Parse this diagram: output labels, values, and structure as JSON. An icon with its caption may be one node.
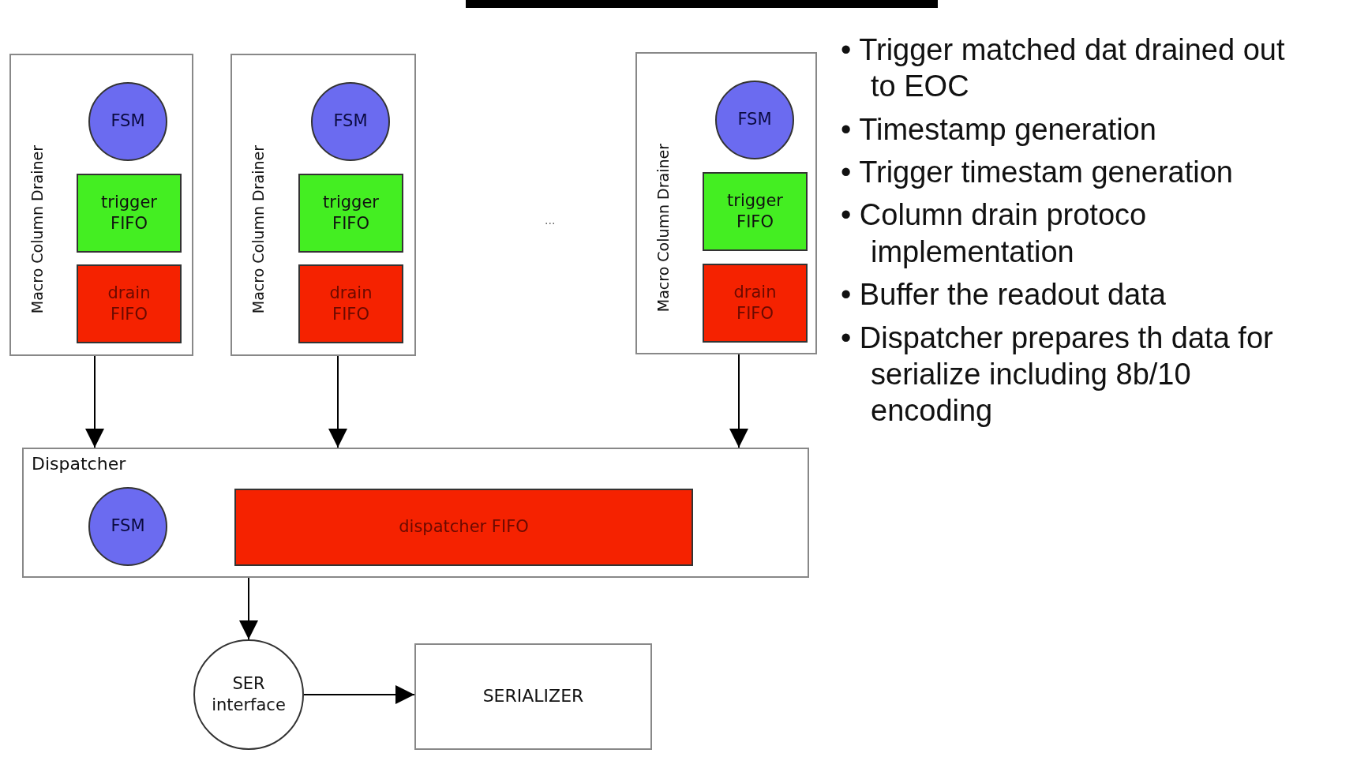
{
  "diagram": {
    "nodes": [
      {
        "text": [
          "Macro Column Drainer"
        ]
      },
      {
        "text": [
          "FSM"
        ],
        "in": 0
      },
      {
        "text": [
          "trigger FIFO"
        ],
        "in": 0
      },
      {
        "text": [
          "drain FIFO"
        ],
        "in": 0
      },
      {
        "text": [
          "Macro Column Drainer"
        ]
      },
      {
        "text": [
          "FSM"
        ],
        "in": 4
      },
      {
        "text": [
          "trigger FIFO"
        ],
        "in": 4
      },
      {
        "text": [
          "drain FIFO"
        ],
        "in": 4
      },
      {
        "text": [
          "Macro Column Drainer"
        ]
      },
      {
        "text": [
          "FSM"
        ],
        "in": 8
      },
      {
        "text": [
          "trigger FIFO"
        ],
        "in": 8
      },
      {
        "text": [
          "drain FIFO"
        ],
        "in": 8
      },
      {
        "text": [
          "Dispatcher"
        ]
      },
      {
        "text": [
          "FSM"
        ],
        "in": 12
      },
      {
        "text": [
          "dispatcher FIFO"
        ],
        "in": 12
      },
      {
        "text": [
          "SER interface"
        ]
      },
      {
        "text": [
          "SERIALIZER"
        ]
      }
    ],
    "edges": [
      {
        "from": 0,
        "to": 12,
        "arrow": "to"
      },
      {
        "from": 4,
        "to": 12,
        "arrow": "to"
      },
      {
        "from": 8,
        "to": 12,
        "arrow": "to"
      },
      {
        "from": 12,
        "to": 15,
        "arrow": "to"
      },
      {
        "from": 15,
        "to": 16,
        "arrow": "to"
      }
    ],
    "labels": [
      "...",
      "• Trigger matched dat drained out to EOC",
      "• Timestamp generation",
      "• Trigger timestam generation",
      "• Column drain protoco implementation",
      "• Buffer the readout data",
      "• Dispatcher prepares th data for serialize including 8b/10 encoding"
    ]
  }
}
